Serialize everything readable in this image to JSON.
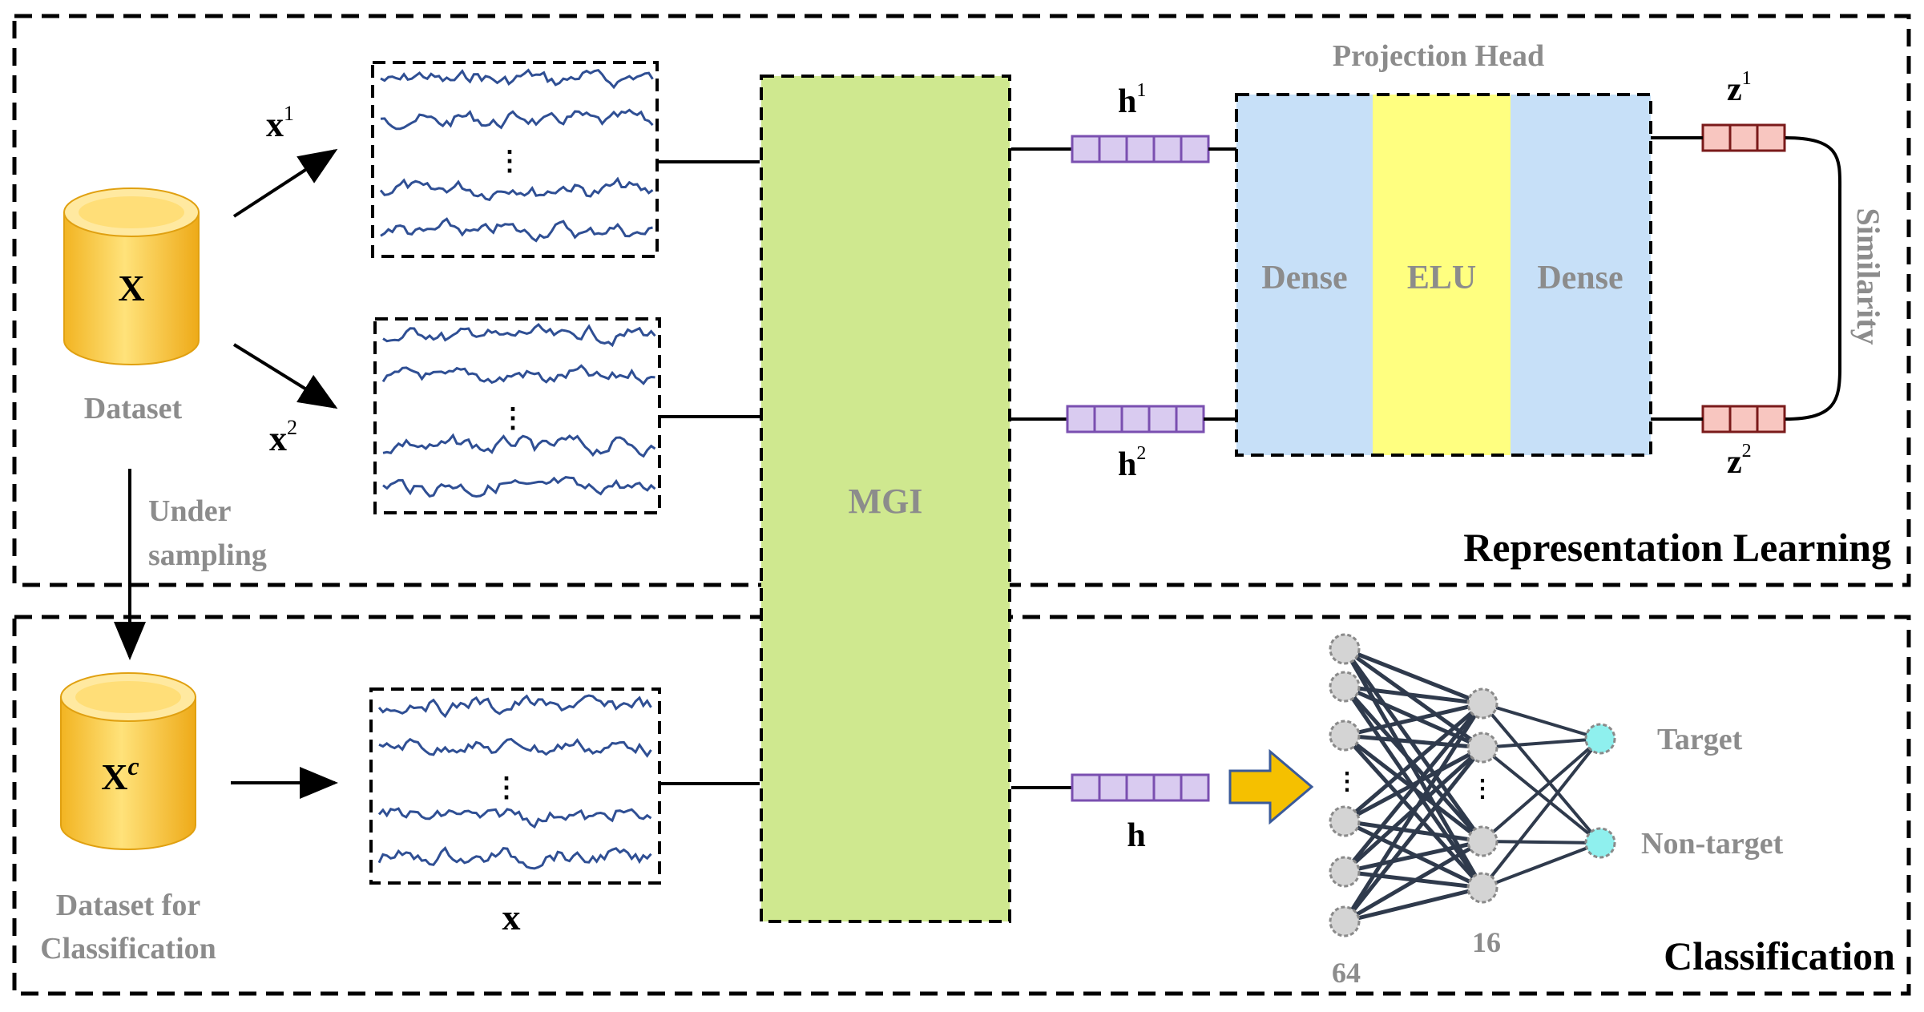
{
  "sections": {
    "representation_learning": "Representation Learning",
    "classification": "Classification"
  },
  "dataset": {
    "symbol": "X",
    "label": "Dataset",
    "undersampling_line1": "Under",
    "undersampling_line2": "sampling"
  },
  "dataset_cls": {
    "symbol": "X",
    "symbol_sup": "c",
    "label_line1": "Dataset for",
    "label_line2": "Classification"
  },
  "views": {
    "x1": "x",
    "x1_sup": "1",
    "x2": "x",
    "x2_sup": "2",
    "x": "x",
    "ellipsis": "⋮"
  },
  "encoder": {
    "label": "MGI"
  },
  "embeddings": {
    "h1": "h",
    "h1_sup": "1",
    "h2": "h",
    "h2_sup": "2",
    "h": "h"
  },
  "projection_head": {
    "title": "Projection Head",
    "layer1": "Dense",
    "activation": "ELU",
    "layer2": "Dense"
  },
  "projections": {
    "z1": "z",
    "z1_sup": "1",
    "z2": "z",
    "z2_sup": "2",
    "similarity": "Similarity"
  },
  "classifier": {
    "input_size": "64",
    "hidden_size": "16",
    "output1": "Target",
    "output2": "Non-target",
    "ellipsis": "⋮"
  },
  "colors": {
    "dataset_body": "#f6c642",
    "dataset_top": "#ffe9a0",
    "encoder_fill": "#cfe88f",
    "dense_fill": "#c7e0f8",
    "elu_fill": "#ffff80",
    "h_vector": "#d9cbf0",
    "h_border": "#7a4fb0",
    "z_vector": "#f8c6c0",
    "z_border": "#7a1a1a",
    "signal": "#2f4f94",
    "node_gray": "#d4d4d4",
    "node_output": "#8ff0ee",
    "network_edge": "#2f3a4c",
    "arrow_orange": "#f5c000"
  }
}
